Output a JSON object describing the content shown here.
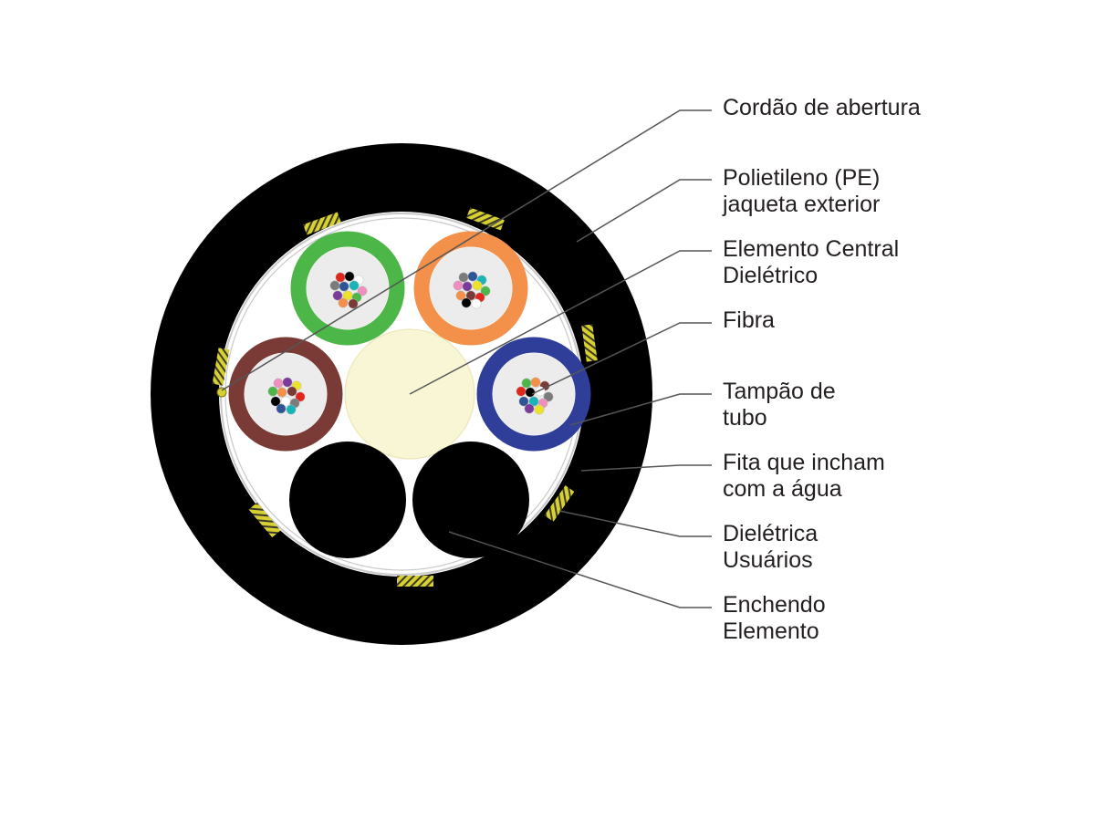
{
  "colors": {
    "jacket": "#000000",
    "core_background": "#ffffff",
    "swell_tape": "#c9c9c9",
    "central_member": "#f8f6d4",
    "filler": "#000000",
    "yarn": "#d8d030",
    "leader_line": "#555555",
    "label_text": "#231f20",
    "tube_green": "#4cb648",
    "tube_orange": "#f3914a",
    "tube_brown": "#7a3b37",
    "tube_blue": "#2f3f99",
    "fiber_colors": [
      "#e1261c",
      "#000000",
      "#ffffff",
      "#7b7b7b",
      "#2f5597",
      "#18b4b8",
      "#ee8fbf",
      "#7a3b9a",
      "#ece22a",
      "#4cb648",
      "#f3914a",
      "#7a3b37"
    ]
  },
  "tubes": [
    {
      "name": "green-tube",
      "color_key": "tube_green"
    },
    {
      "name": "orange-tube",
      "color_key": "tube_orange"
    },
    {
      "name": "brown-tube",
      "color_key": "tube_brown"
    },
    {
      "name": "blue-tube",
      "color_key": "tube_blue"
    }
  ],
  "labels": [
    {
      "id": "rip-cord",
      "lines": [
        "Cordão de abertura"
      ]
    },
    {
      "id": "pe-jacket",
      "lines": [
        "Polietileno (PE)",
        "jaqueta exterior"
      ]
    },
    {
      "id": "central-member",
      "lines": [
        "Elemento Central",
        "Dielétrico"
      ]
    },
    {
      "id": "fiber",
      "lines": [
        "Fibra"
      ]
    },
    {
      "id": "tube",
      "lines": [
        "Tampão de",
        "tubo"
      ]
    },
    {
      "id": "water-swell-tape",
      "lines": [
        "Fita que incham",
        "com a água"
      ]
    },
    {
      "id": "dielectric-yarns",
      "lines": [
        "Dielétrica",
        "Usuários"
      ]
    },
    {
      "id": "filler",
      "lines": [
        "Enchendo",
        "Elemento"
      ]
    }
  ]
}
